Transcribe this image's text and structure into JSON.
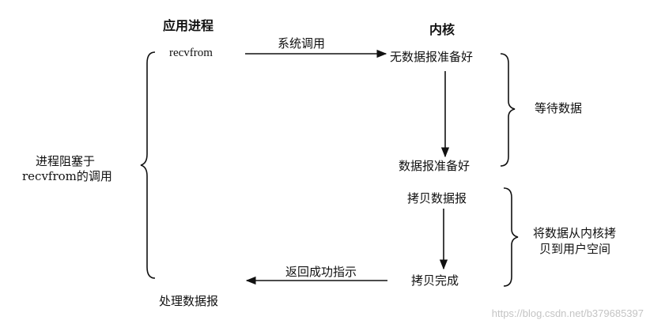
{
  "diagram": {
    "headers": {
      "app_process": "应用进程",
      "kernel": "内核"
    },
    "app_side": {
      "call": "recvfrom",
      "process_result": "处理数据报"
    },
    "blocked_note": {
      "line1": "进程阻塞于",
      "line2": "recvfrom的调用"
    },
    "kernel_side": {
      "no_datagram": "无数据报准备好",
      "datagram_ready": "数据报准备好",
      "copy_datagram": "拷贝数据报",
      "copy_done": "拷贝完成"
    },
    "arrows": {
      "syscall": "系统调用",
      "return_success": "返回成功指示"
    },
    "phases": {
      "wait_data": "等待数据",
      "copy_line1": "将数据从内核拷",
      "copy_line2": "贝到用户空间"
    },
    "watermark": "https://blog.csdn.net/b379685397"
  }
}
